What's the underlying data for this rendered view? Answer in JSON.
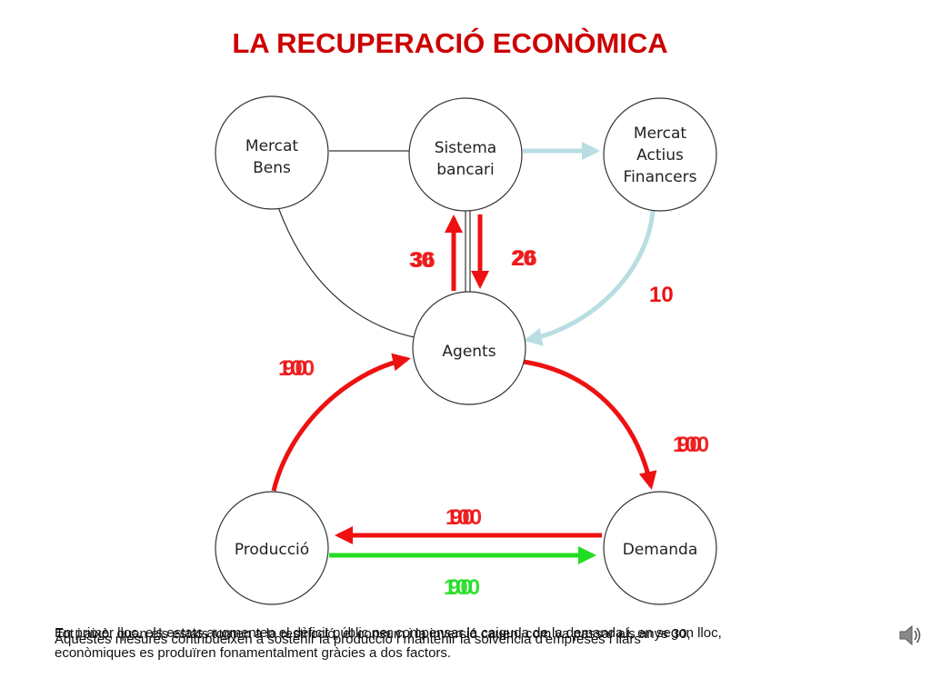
{
  "title": "LA RECUPERACIÓ ECONÒMICA",
  "nodes": {
    "mercat_bens": [
      "Mercat",
      "Bens"
    ],
    "sistema_bancari": [
      "Sistema",
      "bancari"
    ],
    "mercat_actius": [
      "Mercat",
      "Actius",
      "Financers"
    ],
    "agents": [
      "Agents"
    ],
    "produccio": [
      "Producció"
    ],
    "demanda": [
      "Demanda"
    ]
  },
  "labels": {
    "bank_up": [
      "30",
      "36"
    ],
    "bank_down": [
      "20",
      "26"
    ],
    "financers_flow": "10",
    "left_flow": [
      "100",
      "90"
    ],
    "right_flow": [
      "100",
      "90"
    ],
    "red_bottom": [
      "100",
      "90"
    ],
    "green_bottom": [
      "100",
      "90"
    ]
  },
  "captions": [
    "En primer lloc, els estats augmenten el dèficit públic per compensar la caiguda de la demanda i, en segon lloc,",
    "Tot i això, quan els estats tornen a la restricció, el consum i la inversió cauen, com va passar als anys 30,",
    "Aquestes mesures contribueixen a sostenir la producció i mantenir la solvència d'empreses i llars",
    "econòmiques es produïren fonamentalment gràcies a dos factors."
  ],
  "colors": {
    "title": "#cc0000",
    "red": "#ee1111",
    "green": "#22dd22",
    "lightblue": "#b8dde2"
  },
  "icons": {
    "speaker": "speaker-icon"
  }
}
